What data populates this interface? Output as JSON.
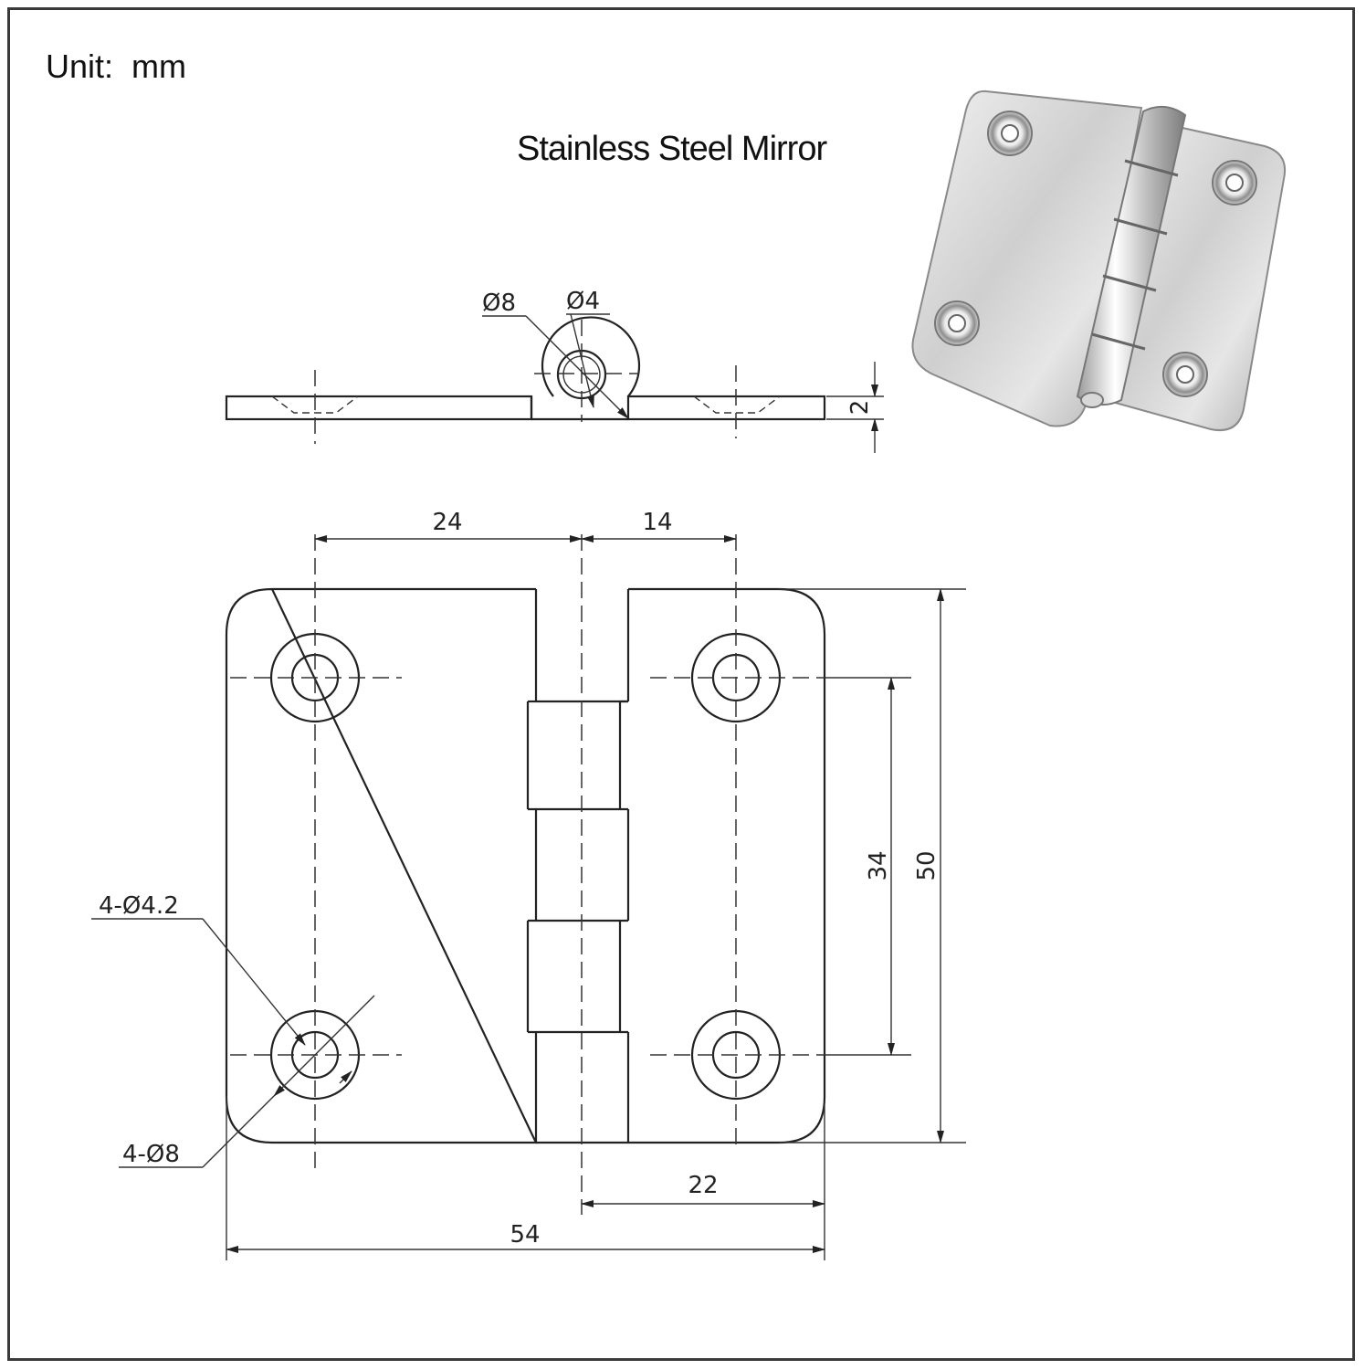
{
  "unit_label": "Unit:  mm",
  "product_title": "Stainless Steel Mirror",
  "side_view": {
    "knuckle_outer_dia": "Ø8",
    "pin_dia": "Ø4",
    "thickness": "2"
  },
  "front_view": {
    "hole_spacing_left": "24",
    "hole_spacing_right": "14",
    "hole_pitch_vertical": "34",
    "height": "50",
    "leaf_width_right": "22",
    "total_width": "54",
    "hole_dia_label": "4-Ø4.2",
    "countersink_dia_label": "4-Ø8"
  },
  "colors": {
    "line": "#222222",
    "frame": "#3a3a3a",
    "background": "#ffffff"
  },
  "photo_icon": "stainless-hinge-photo"
}
